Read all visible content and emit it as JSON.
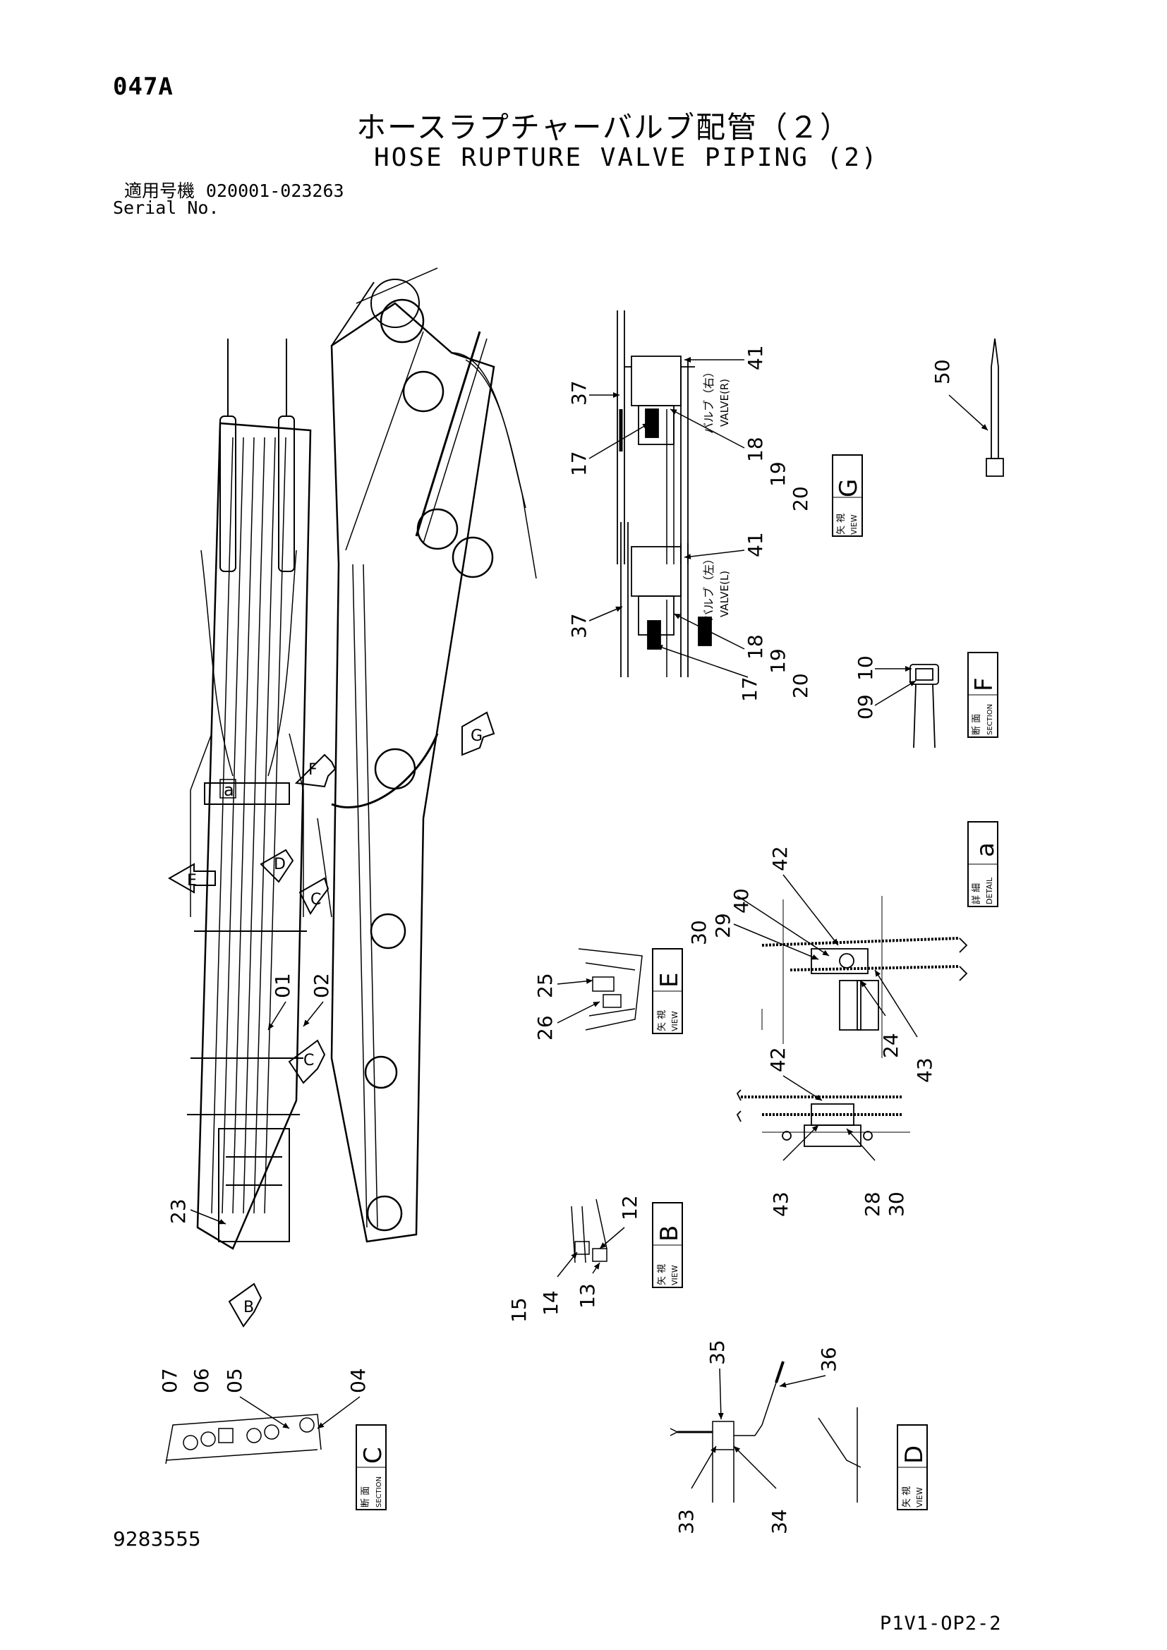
{
  "header": {
    "page_code": "047A",
    "title_jp": "ホースラプチャーバルブ配管（２）",
    "title_en": "HOSE RUPTURE VALVE PIPING (2)",
    "serial_label_jp": "適用号機",
    "serial_range": "020001-023263",
    "serial_label_en": "Serial No."
  },
  "footer": {
    "doc_number": "9283555",
    "ref_code": "P1V1-OP2-2"
  },
  "views": {
    "view_jp": "矢 視",
    "view_en": "VIEW",
    "section_jp": "断 面",
    "section_en": "SECTION",
    "detail_jp": "詳 細",
    "detail_en": "DETAIL",
    "G": "G",
    "F": "F",
    "E": "E",
    "D": "D",
    "C": "C",
    "B": "B",
    "a": "a"
  },
  "valve_labels": {
    "right_jp": "バルブ（右）",
    "right_en": "VALVE(R)",
    "left_jp": "バルブ（左）",
    "left_en": "VALVE(L)"
  },
  "main_arrows": [
    "G",
    "F",
    "E",
    "D",
    "C",
    "C",
    "B"
  ],
  "detail_marker": "a",
  "callouts": {
    "c01": "01",
    "c02": "02",
    "c23": "23",
    "g37": "37",
    "g17": "17",
    "g41": "41",
    "g18": "18",
    "g19": "19",
    "g20": "20",
    "l37": "37",
    "l17": "17",
    "l41": "41",
    "l18": "18",
    "l19": "19",
    "l20": "20",
    "c50": "50",
    "f10": "10",
    "f09": "09",
    "e25": "25",
    "e26": "26",
    "a42": "42",
    "a40": "40",
    "a30": "30",
    "a29": "29",
    "a24": "24",
    "a43": "43",
    "b42": "42",
    "b43": "43",
    "b28": "28",
    "b30": "30",
    "v12": "12",
    "v15": "15",
    "v14": "14",
    "v13": "13",
    "s07": "07",
    "s06": "06",
    "s05": "05",
    "s04": "04",
    "d35": "35",
    "d36": "36",
    "d33": "33",
    "d34": "34"
  }
}
